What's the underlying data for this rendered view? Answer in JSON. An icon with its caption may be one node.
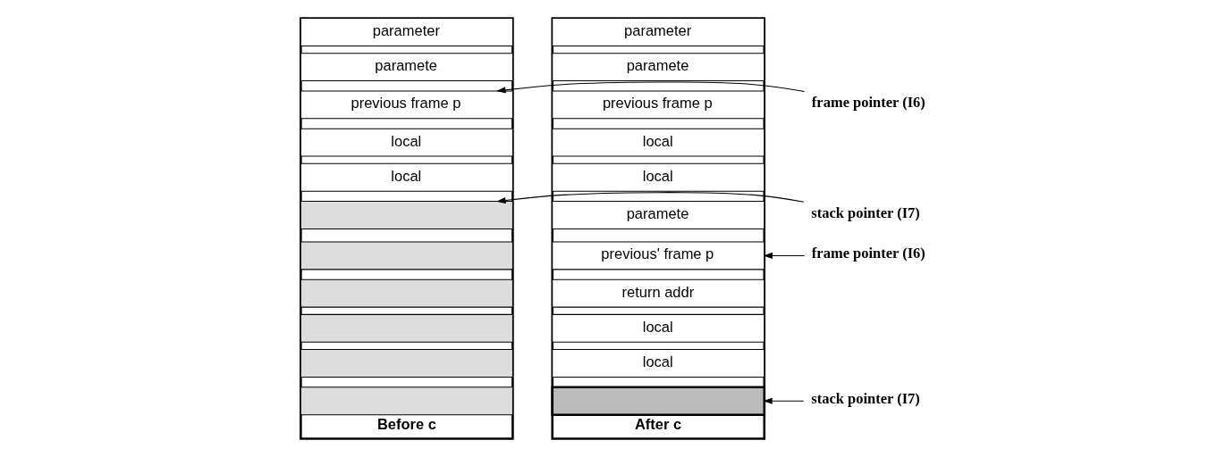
{
  "diagram": {
    "nodes": [
      {
        "text": [
          "Before c"
        ]
      },
      {
        "text": [
          "parameter"
        ],
        "in": 0
      },
      {
        "text": [
          "paramete"
        ],
        "in": 0
      },
      {
        "text": [
          "previous frame p"
        ],
        "in": 0
      },
      {
        "text": [
          "local"
        ],
        "in": 0
      },
      {
        "text": [
          "local"
        ],
        "in": 0
      },
      {
        "text": [],
        "shape": "box",
        "in": 0
      },
      {
        "text": [],
        "shape": "box",
        "in": 0
      },
      {
        "text": [],
        "shape": "box",
        "in": 0
      },
      {
        "text": [],
        "shape": "box",
        "in": 0
      },
      {
        "text": [],
        "shape": "box",
        "in": 0
      },
      {
        "text": [],
        "shape": "box",
        "in": 0
      },
      {
        "text": [
          "frame pointer (I6)"
        ]
      },
      {
        "text": [
          "stack pointer (I7)"
        ]
      },
      {
        "text": [
          "After c"
        ]
      },
      {
        "text": [
          "parameter"
        ],
        "in": 14
      },
      {
        "text": [
          "paramete"
        ],
        "in": 14
      },
      {
        "text": [
          "previous frame p"
        ],
        "in": 14
      },
      {
        "text": [
          "local"
        ],
        "in": 14
      },
      {
        "text": [
          "local"
        ],
        "in": 14
      },
      {
        "text": [
          "paramete"
        ],
        "in": 14
      },
      {
        "text": [
          "previous' frame p"
        ],
        "in": 14
      },
      {
        "text": [
          "return addr"
        ],
        "in": 14
      },
      {
        "text": [
          "local"
        ],
        "in": 14
      },
      {
        "text": [
          "local"
        ],
        "in": 14
      },
      {
        "text": [],
        "shape": "box",
        "in": 14
      },
      {
        "text": [
          "frame pointer (I6)"
        ]
      },
      {
        "text": [
          "stack pointer (I7)"
        ]
      }
    ],
    "edges": [
      {
        "from": 12,
        "to": 3,
        "arrow": "to"
      },
      {
        "from": 13,
        "to": 6,
        "arrow": "to"
      },
      {
        "from": 26,
        "to": 21,
        "arrow": "to"
      },
      {
        "from": 27,
        "to": 25,
        "arrow": "to"
      }
    ]
  }
}
